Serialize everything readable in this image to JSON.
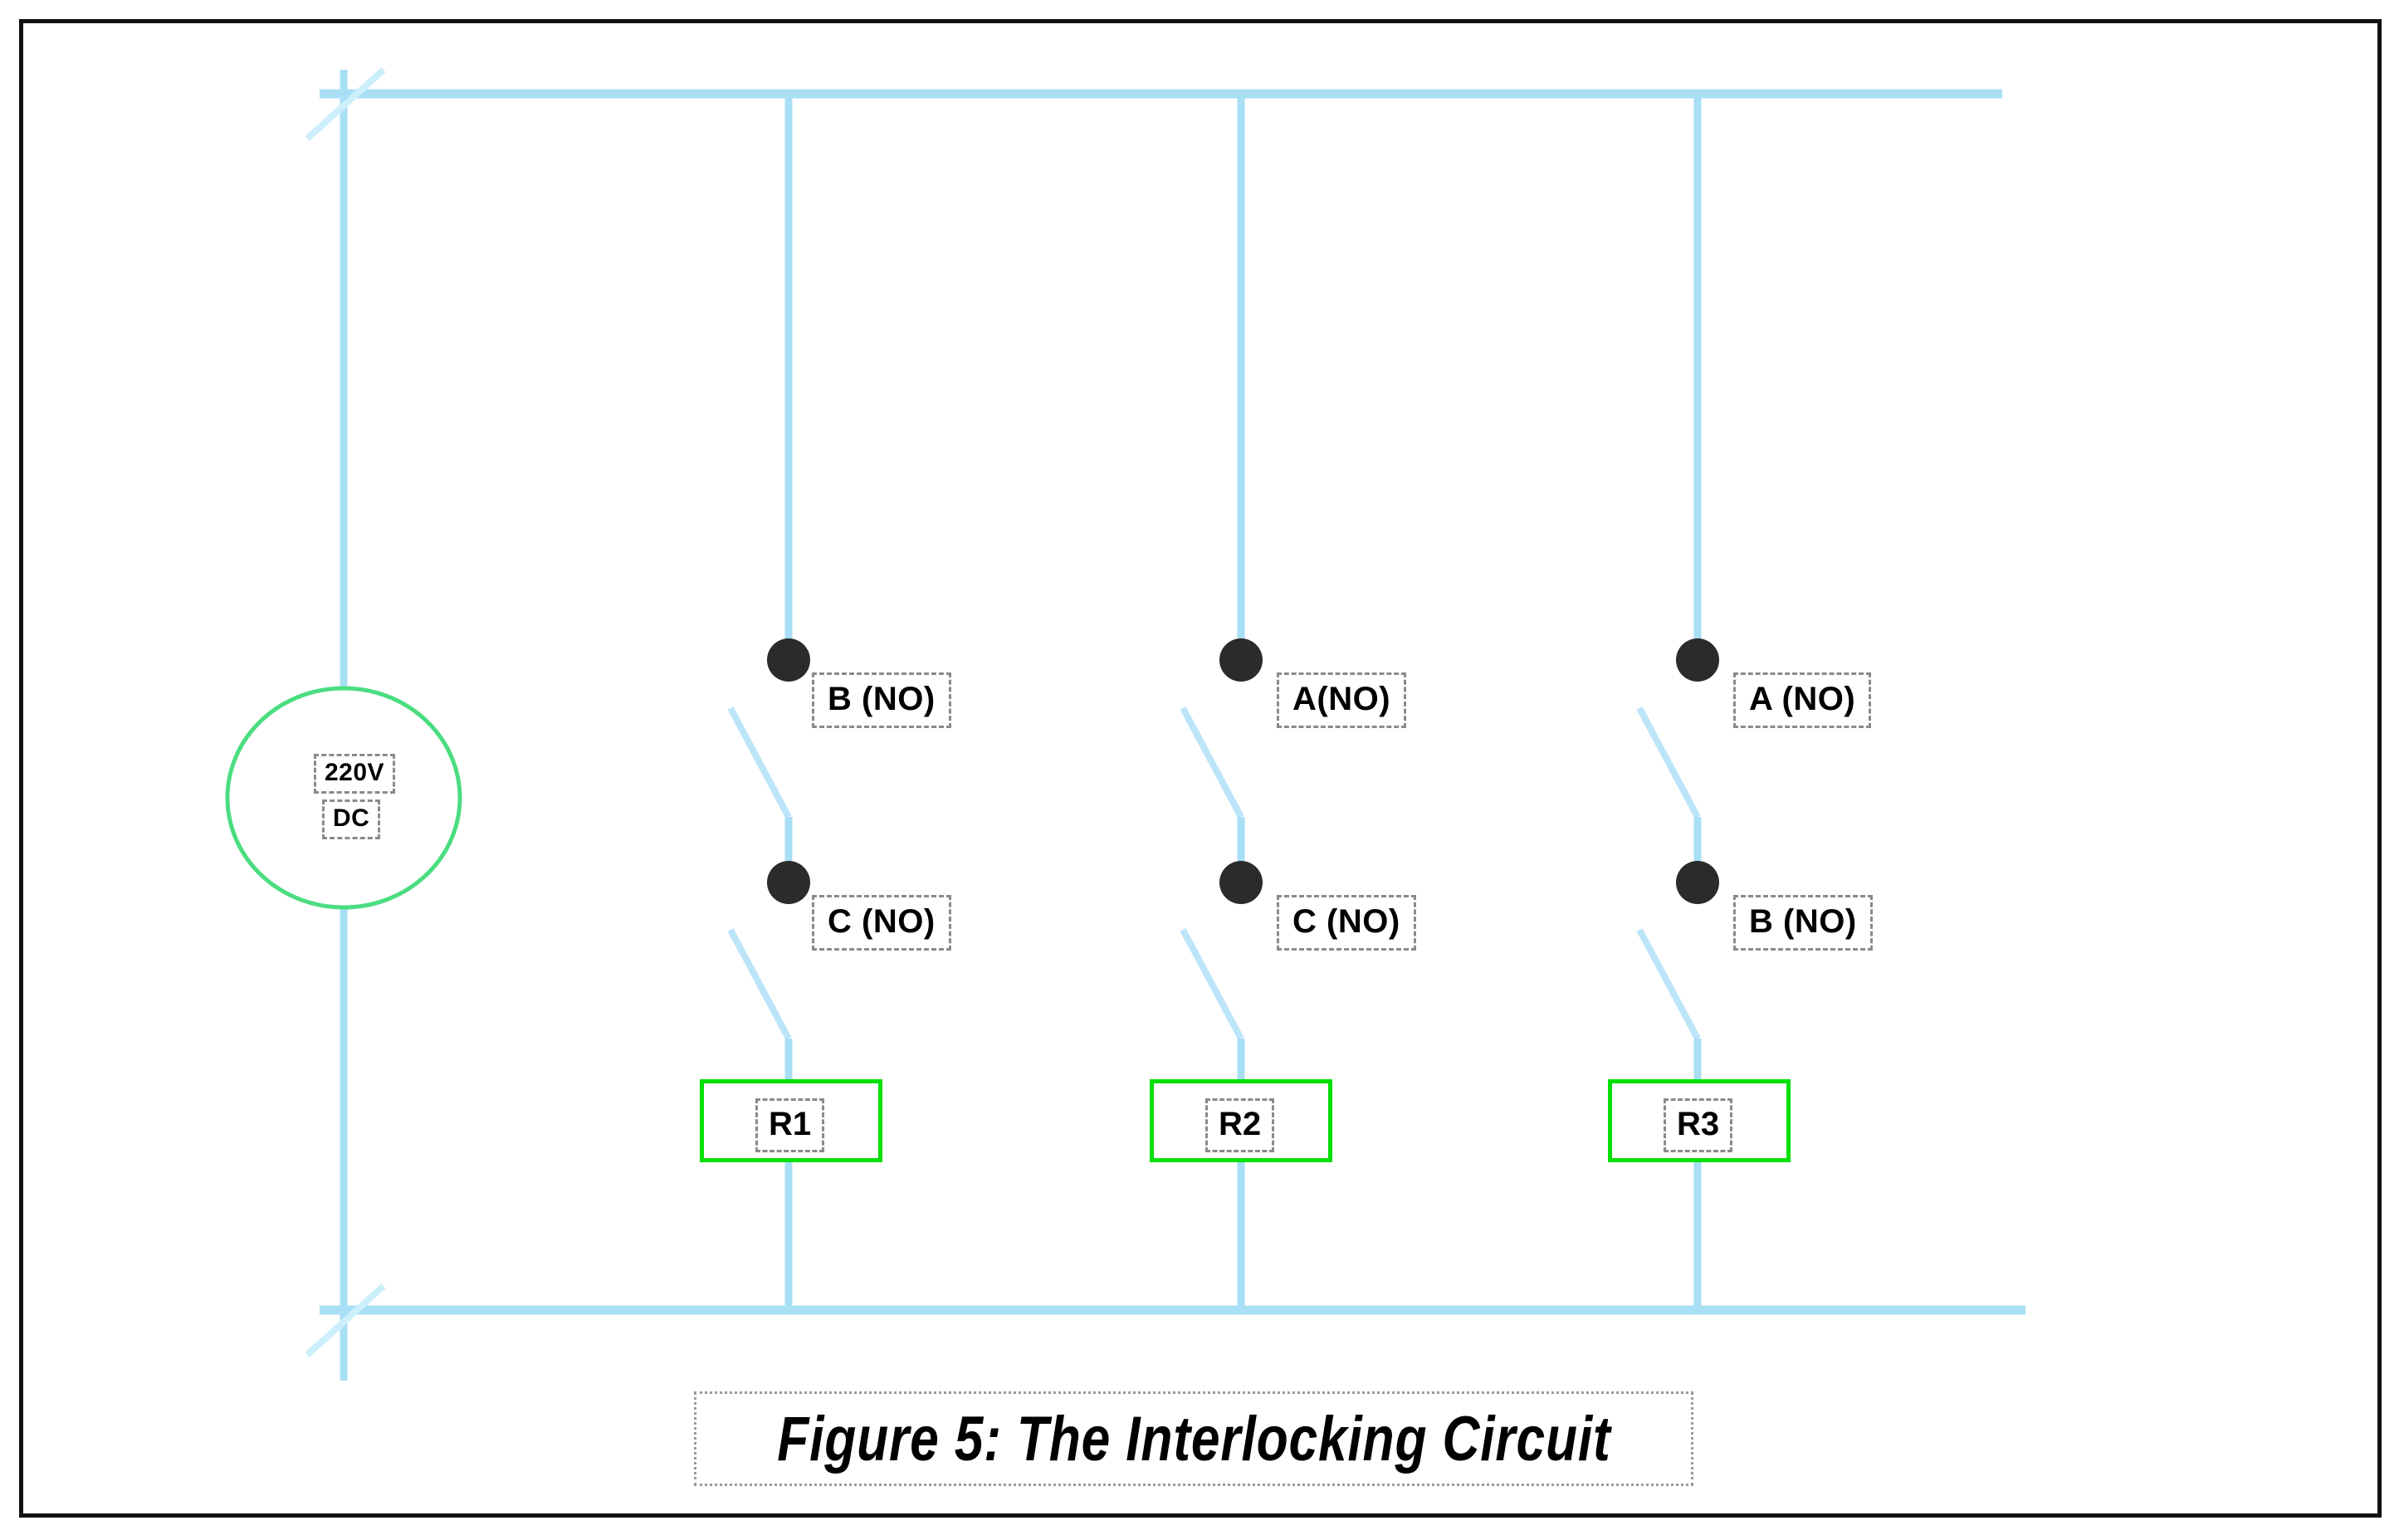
{
  "figure": {
    "caption": "Figure 5: The Interlocking Circuit",
    "border_color": "#111111"
  },
  "colors": {
    "wire": "#a8dff5",
    "source_outline": "#4bdd80",
    "relay_outline": "#00e000",
    "terminal": "#2b2b2b",
    "annotation_border": "#8a8a8a",
    "background": "#ffffff"
  },
  "source": {
    "name": "voltage-source",
    "voltage": "220V",
    "type": "DC"
  },
  "branches": [
    {
      "id": "branch-1",
      "switches": [
        {
          "label": "B (NO)",
          "state": "normally-open"
        },
        {
          "label": "C (NO)",
          "state": "normally-open"
        }
      ],
      "relay": "R1"
    },
    {
      "id": "branch-2",
      "switches": [
        {
          "label": "A(NO)",
          "state": "normally-open"
        },
        {
          "label": "C (NO)",
          "state": "normally-open"
        }
      ],
      "relay": "R2"
    },
    {
      "id": "branch-3",
      "switches": [
        {
          "label": "A (NO)",
          "state": "normally-open"
        },
        {
          "label": "B (NO)",
          "state": "normally-open"
        }
      ],
      "relay": "R3"
    }
  ]
}
